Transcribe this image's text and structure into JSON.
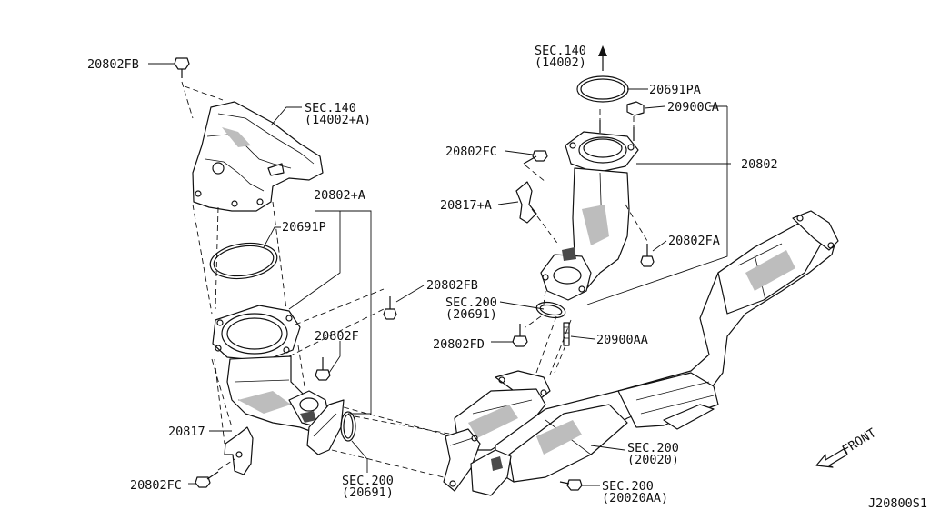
{
  "diagram": {
    "code": "J20800S1",
    "direction_label": "FRONT",
    "labels": {
      "fb_top": "20802FB",
      "sec140_left_line1": "SEC.140",
      "sec140_left_line2": "(14002+A)",
      "p20802a": "20802+A",
      "p20691p": "20691P",
      "fb_mid": "20802FB",
      "sec200_mid_line1": "SEC.200",
      "sec200_mid_line2": "(20691)",
      "f": "20802F",
      "p20817": "20817",
      "fc_left": "20802FC",
      "sec200_low_line1": "SEC.200",
      "sec200_low_line2": "(20691)",
      "sec140_top_line1": "SEC.140",
      "sec140_top_line2": "(14002)",
      "p20691pa": "20691PA",
      "p20900ca": "20900CA",
      "fc_right": "20802FC",
      "p20802": "20802",
      "p20817a": "20817+A",
      "fa": "20802FA",
      "fd": "20802FD",
      "p20900aa": "20900AA",
      "sec200_r1_line1": "SEC.200",
      "sec200_r1_line2": "(20020)",
      "sec200_r2_line1": "SEC.200",
      "sec200_r2_line2": "(20020AA)"
    }
  }
}
